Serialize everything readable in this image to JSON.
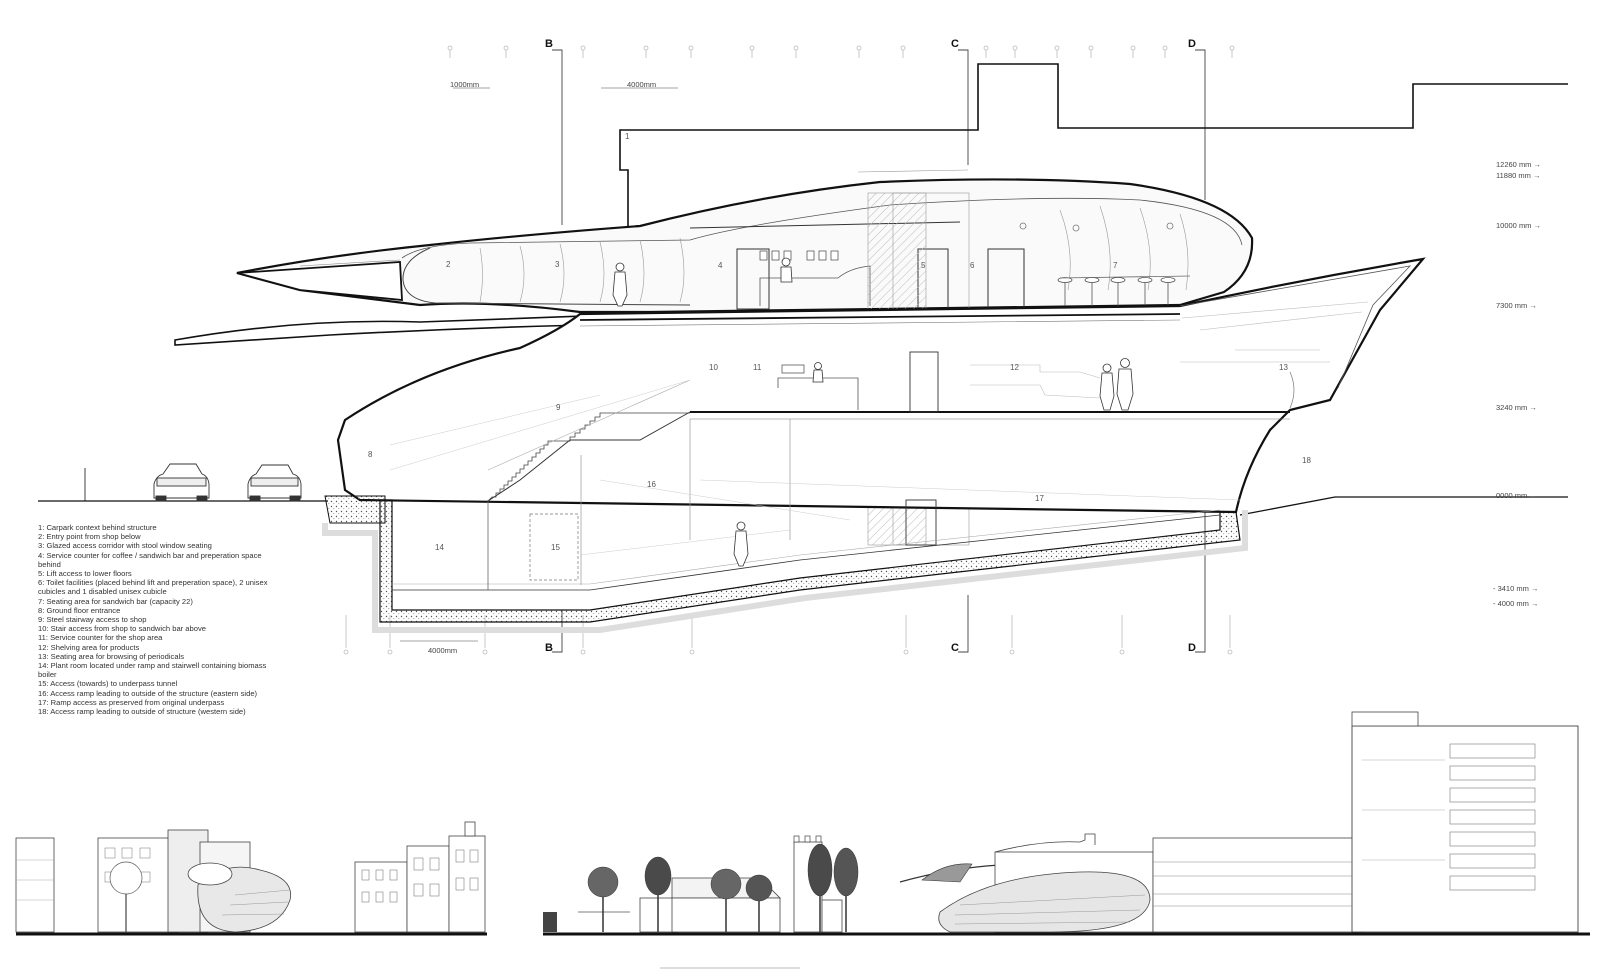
{
  "section_markers": {
    "b_top": "B",
    "c_top": "C",
    "d_top": "D",
    "b_bottom": "B",
    "c_bottom": "C",
    "d_bottom": "D"
  },
  "scale_labels": {
    "top_small": "1000mm",
    "top_large": "4000mm",
    "bottom": "4000mm"
  },
  "levels": [
    "12260 mm →",
    "11880 mm →",
    "10000 mm →",
    "7300 mm →",
    "3240 mm →",
    "0000 mm →",
    "- 3410 mm →",
    "- 4000 mm →"
  ],
  "room_numbers": [
    "1",
    "2",
    "3",
    "4",
    "5",
    "6",
    "7",
    "8",
    "9",
    "10",
    "11",
    "12",
    "13",
    "14",
    "15",
    "16",
    "17",
    "18"
  ],
  "legend": [
    "1:  Carpark context behind structure",
    "2:  Entry point from shop below",
    "3:  Glazed access corridor with stool window seating",
    "4:  Service counter for coffee / sandwich bar and preperation space behind",
    "5:  Lift access to lower floors",
    "6:  Toilet facilities (placed behind lift and preperation space), 2 unisex cubicles and 1 disabled unisex cubicle",
    "7:  Seating area for sandwich bar (capacity 22)",
    "8:  Ground floor entrance",
    "9:  Steel stairway access to shop",
    "10:  Stair access from shop to sandwich bar above",
    "11:  Service counter for the shop area",
    "12:  Shelving area for products",
    "13:  Seating area for browsing of periodicals",
    "14:  Plant room located under ramp and stairwell containing biomass boiler",
    "15:  Access (towards) to underpass tunnel",
    "16:  Access ramp leading to outside of the structure (eastern side)",
    "17:  Ramp access as preserved from original underpass",
    "18:  Access ramp leading to outside of structure (western side)"
  ]
}
